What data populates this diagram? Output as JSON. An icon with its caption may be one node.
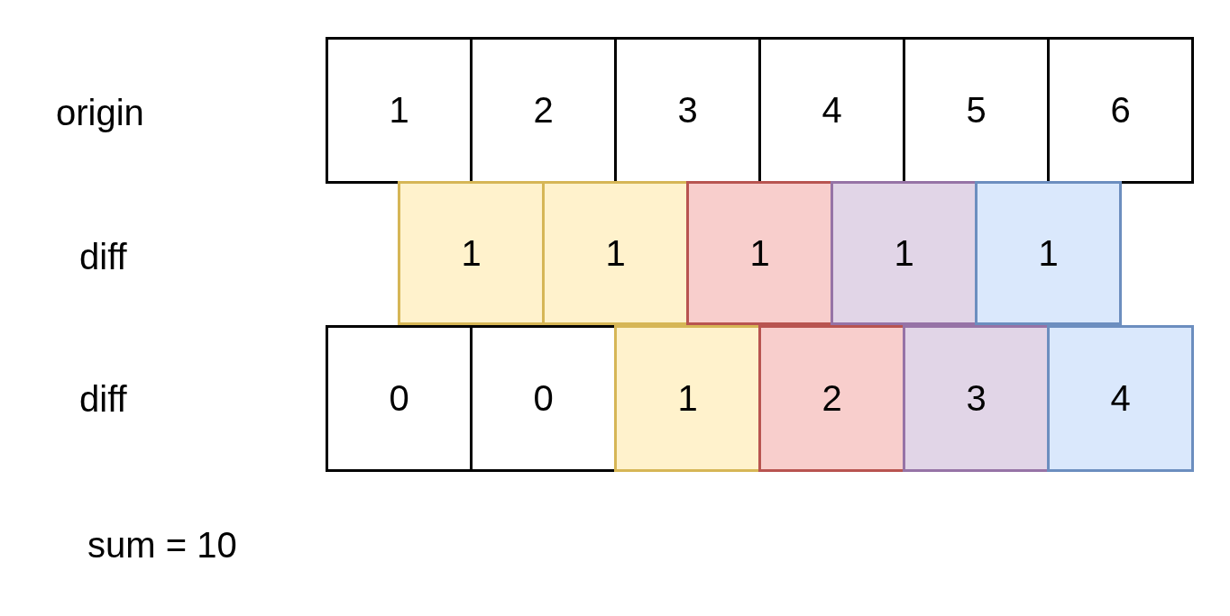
{
  "diagram": {
    "nodes": [
      {
        "text": [
          "1"
        ]
      },
      {
        "text": [
          "2"
        ]
      },
      {
        "text": [
          "3"
        ]
      },
      {
        "text": [
          "4"
        ]
      },
      {
        "text": [
          "5"
        ]
      },
      {
        "text": [
          "6"
        ]
      },
      {
        "text": [
          "1"
        ]
      },
      {
        "text": [
          "1"
        ]
      },
      {
        "text": [
          "1"
        ]
      },
      {
        "text": [
          "1"
        ]
      },
      {
        "text": [
          "1"
        ]
      },
      {
        "text": [
          "0"
        ]
      },
      {
        "text": [
          "0"
        ]
      },
      {
        "text": [
          "1"
        ]
      },
      {
        "text": [
          "2"
        ]
      },
      {
        "text": [
          "3"
        ]
      },
      {
        "text": [
          "4"
        ]
      }
    ],
    "edges": [],
    "labels": [
      "origin",
      "diff",
      "diff",
      "sum = 10"
    ]
  }
}
